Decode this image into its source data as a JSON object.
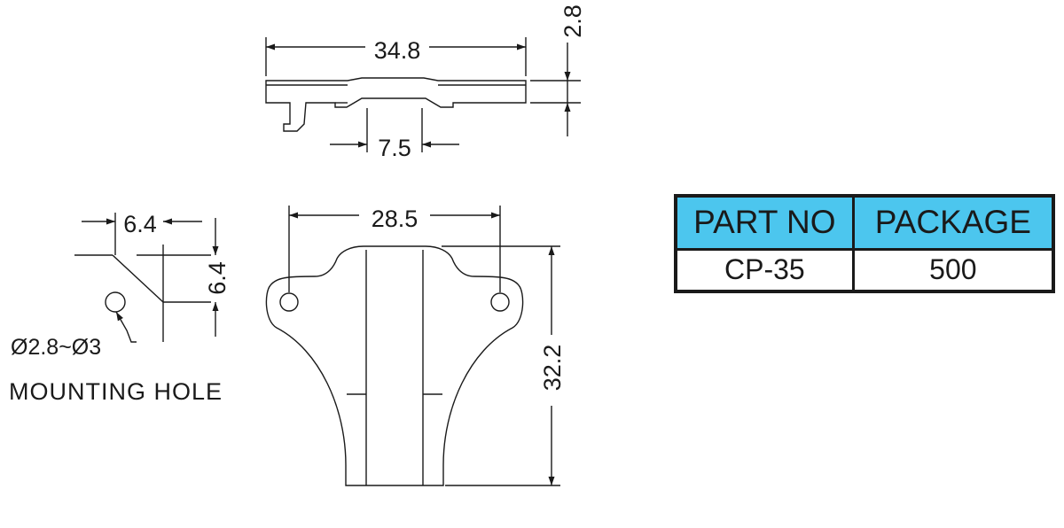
{
  "dimensions": {
    "top_width": "34.8",
    "thickness": "2.8",
    "slot_width": "7.5",
    "hole_spacing": "28.5",
    "body_height": "32.2",
    "hole_offset_x": "6.4",
    "hole_offset_y": "6.4"
  },
  "mounting_hole": {
    "diameter_label": "Ø2.8~Ø3",
    "label": "MOUNTING HOLE"
  },
  "table": {
    "headers": [
      "PART NO",
      "PACKAGE"
    ],
    "rows": [
      [
        "CP-35",
        "500"
      ]
    ],
    "header_color": "#4cc6ee"
  }
}
